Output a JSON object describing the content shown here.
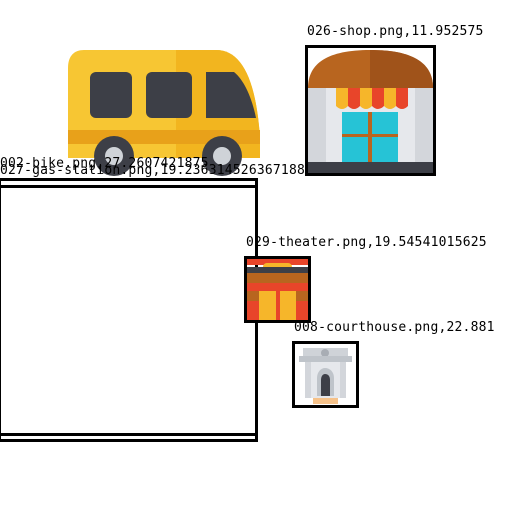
{
  "labels": {
    "shop": "026-shop.png,11.952575",
    "bike": "002-bike.png,27.2607421875",
    "gas_station": "027-gas-station.png,19.236314526367188",
    "theater": "029-theater.png,19.54541015625",
    "courthouse": "008-courthouse.png,22.881"
  },
  "icons": {
    "bus": "bus-icon",
    "shop": "shop-icon",
    "theater": "theater-icon",
    "courthouse": "courthouse-icon"
  },
  "colors": {
    "bus_yellow": "#f7c633",
    "shop_awning": "#b8651f",
    "box_stroke": "#000000"
  }
}
